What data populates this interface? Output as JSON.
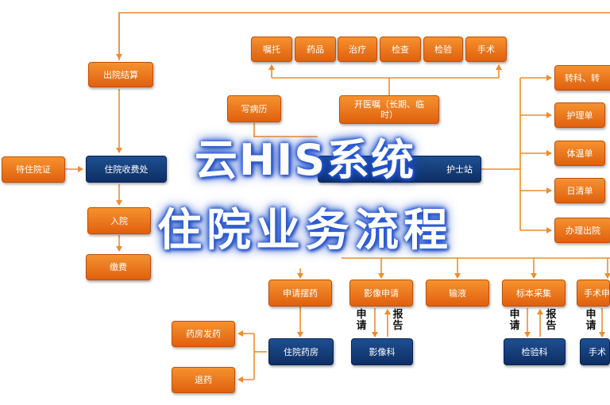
{
  "title": {
    "line1": "云HIS系统",
    "line2": "住院业务流程"
  },
  "nodes": {
    "discharge_settlement": "出院结算",
    "admission_pending": "待住院证",
    "inpatient_billing": "住院收费处",
    "admission": "入院",
    "deposit": "缴费",
    "write_record": "写病历",
    "open_order": "开医嘱（长期、临时）",
    "nurse_station": "护士站",
    "entrust": "嘱托",
    "medicine": "药品",
    "treatment": "治疗",
    "examination": "检查",
    "lab_test": "检验",
    "surgery": "手术",
    "transfer": "转科、转",
    "nursing_sheet": "护理单",
    "temperature_sheet": "体温单",
    "daily_list": "日清单",
    "discharge_proc": "办理出院",
    "apply_medicine": "申请摆药",
    "imaging_apply": "影像申请",
    "infusion": "输液",
    "specimen": "标本采集",
    "surgery_apply": "手术申",
    "pharmacy_dispense": "药房发药",
    "inpatient_pharmacy": "住院药房",
    "imaging_dept": "影像科",
    "lab_dept": "检验科",
    "surgery_dept": "手术",
    "return_medicine": "退药"
  },
  "link_labels": {
    "apply": "申请",
    "report": "报告"
  },
  "colors": {
    "orange": "#ea7318",
    "blue": "#143c78",
    "line": "#f08c2a",
    "title_glow": "#2a5cd8"
  }
}
